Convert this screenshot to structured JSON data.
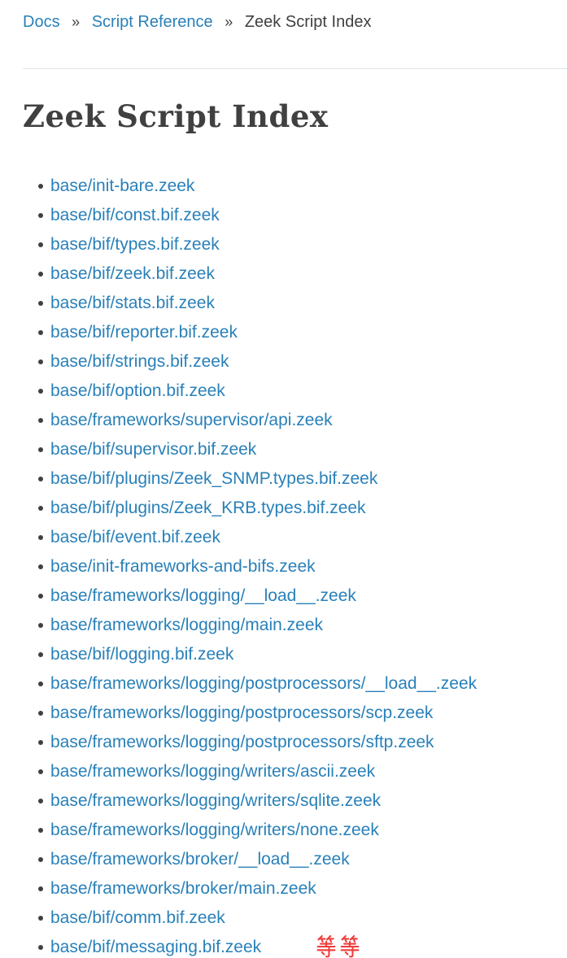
{
  "breadcrumb": {
    "separator": "»",
    "items": [
      {
        "label": "Docs",
        "type": "link"
      },
      {
        "label": "Script Reference",
        "type": "link"
      },
      {
        "label": "Zeek Script Index",
        "type": "current"
      }
    ]
  },
  "page": {
    "title": "Zeek Script Index"
  },
  "script_index": {
    "links": [
      "base/init-bare.zeek",
      "base/bif/const.bif.zeek",
      "base/bif/types.bif.zeek",
      "base/bif/zeek.bif.zeek",
      "base/bif/stats.bif.zeek",
      "base/bif/reporter.bif.zeek",
      "base/bif/strings.bif.zeek",
      "base/bif/option.bif.zeek",
      "base/frameworks/supervisor/api.zeek",
      "base/bif/supervisor.bif.zeek",
      "base/bif/plugins/Zeek_SNMP.types.bif.zeek",
      "base/bif/plugins/Zeek_KRB.types.bif.zeek",
      "base/bif/event.bif.zeek",
      "base/init-frameworks-and-bifs.zeek",
      "base/frameworks/logging/__load__.zeek",
      "base/frameworks/logging/main.zeek",
      "base/bif/logging.bif.zeek",
      "base/frameworks/logging/postprocessors/__load__.zeek",
      "base/frameworks/logging/postprocessors/scp.zeek",
      "base/frameworks/logging/postprocessors/sftp.zeek",
      "base/frameworks/logging/writers/ascii.zeek",
      "base/frameworks/logging/writers/sqlite.zeek",
      "base/frameworks/logging/writers/none.zeek",
      "base/frameworks/broker/__load__.zeek",
      "base/frameworks/broker/main.zeek",
      "base/bif/comm.bif.zeek",
      "base/bif/messaging.bif.zeek"
    ]
  },
  "annotation": {
    "text": "等等",
    "color": "#f03b3b"
  },
  "colors": {
    "link": "#2980b9",
    "text": "#404040",
    "divider": "#e1e4e5",
    "background": "#ffffff",
    "annotation_red": "#f03b3b"
  }
}
